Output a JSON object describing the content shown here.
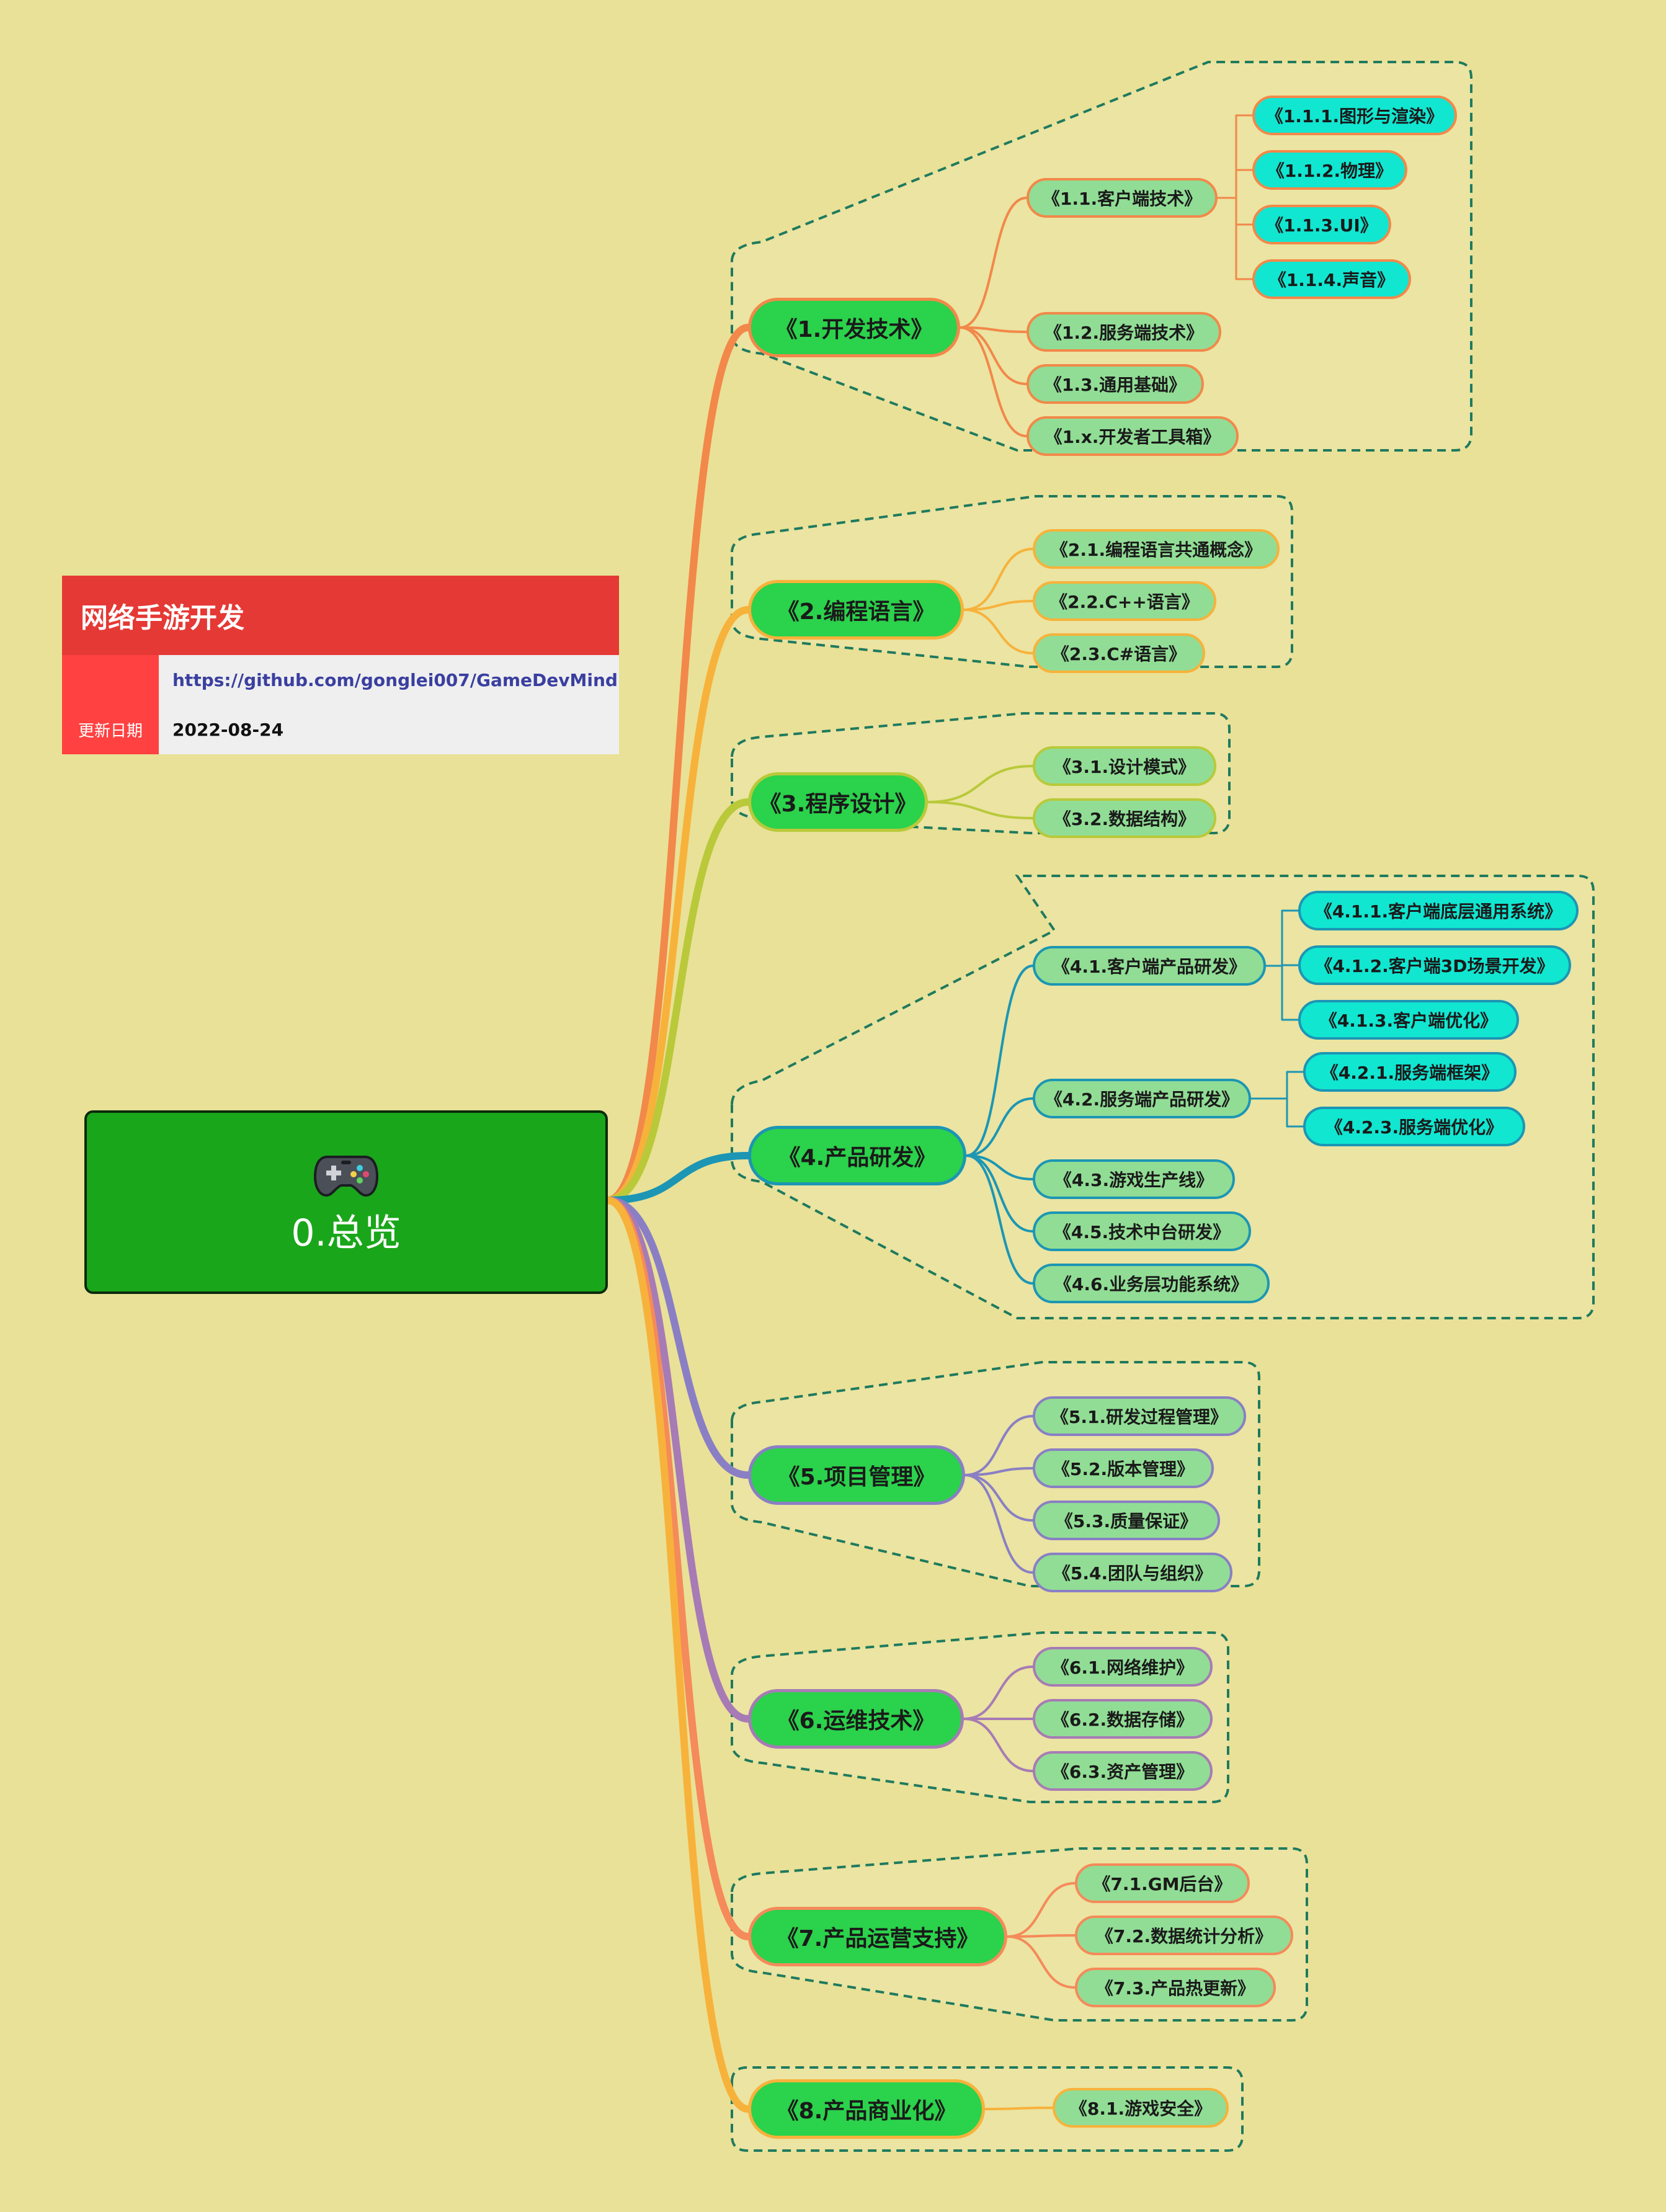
{
  "colors": {
    "background": "#e9e197",
    "level1_fill": "#2bd24b",
    "level2_fill": "#91dd95",
    "level3_fill": "#11e6d1",
    "boundary_fill": "#ebe4a2",
    "boundary_stroke": "#1f7a5e"
  },
  "info_panel": {
    "title": "网络手游开发",
    "link": "https://github.com/gonglei007/GameDevMind",
    "date_label": "更新日期",
    "date_value": "2022-08-24"
  },
  "root": {
    "label": "0.总览",
    "icon": "gamepad-icon"
  },
  "branches": [
    {
      "label": "《1.开发技术》",
      "color": "#f2884a",
      "children": [
        {
          "label": "《1.1.客户端技术》",
          "children": [
            {
              "label": "《1.1.1.图形与渲染》"
            },
            {
              "label": "《1.1.2.物理》"
            },
            {
              "label": "《1.1.3.UI》"
            },
            {
              "label": "《1.1.4.声音》"
            }
          ]
        },
        {
          "label": "《1.2.服务端技术》"
        },
        {
          "label": "《1.3.通用基础》"
        },
        {
          "label": "《1.x.开发者工具箱》"
        }
      ]
    },
    {
      "label": "《2.编程语言》",
      "color": "#f7b23b",
      "children": [
        {
          "label": "《2.1.编程语言共通概念》"
        },
        {
          "label": "《2.2.C++语言》"
        },
        {
          "label": "《2.3.C#语言》"
        }
      ]
    },
    {
      "label": "《3.程序设计》",
      "color": "#b9c93a",
      "children": [
        {
          "label": "《3.1.设计模式》"
        },
        {
          "label": "《3.2.数据结构》"
        }
      ]
    },
    {
      "label": "《4.产品研发》",
      "color": "#1c96b4",
      "children": [
        {
          "label": "《4.1.客户端产品研发》",
          "children": [
            {
              "label": "《4.1.1.客户端底层通用系统》"
            },
            {
              "label": "《4.1.2.客户端3D场景开发》"
            },
            {
              "label": "《4.1.3.客户端优化》"
            }
          ]
        },
        {
          "label": "《4.2.服务端产品研发》",
          "children": [
            {
              "label": "《4.2.1.服务端框架》"
            },
            {
              "label": "《4.2.3.服务端优化》"
            }
          ]
        },
        {
          "label": "《4.3.游戏生产线》"
        },
        {
          "label": "《4.5.技术中台研发》"
        },
        {
          "label": "《4.6.业务层功能系统》"
        }
      ]
    },
    {
      "label": "《5.项目管理》",
      "color": "#8a7fc4",
      "children": [
        {
          "label": "《5.1.研发过程管理》"
        },
        {
          "label": "《5.2.版本管理》"
        },
        {
          "label": "《5.3.质量保证》"
        },
        {
          "label": "《5.4.团队与组织》"
        }
      ]
    },
    {
      "label": "《6.运维技术》",
      "color": "#a77bb5",
      "children": [
        {
          "label": "《6.1.网络维护》"
        },
        {
          "label": "《6.2.数据存储》"
        },
        {
          "label": "《6.3.资产管理》"
        }
      ]
    },
    {
      "label": "《7.产品运营支持》",
      "color": "#f58a5a",
      "children": [
        {
          "label": "《7.1.GM后台》"
        },
        {
          "label": "《7.2.数据统计分析》"
        },
        {
          "label": "《7.3.产品热更新》"
        }
      ]
    },
    {
      "label": "《8.产品商业化》",
      "color": "#f7b23b",
      "children": [
        {
          "label": "《8.1.游戏安全》"
        }
      ]
    }
  ]
}
